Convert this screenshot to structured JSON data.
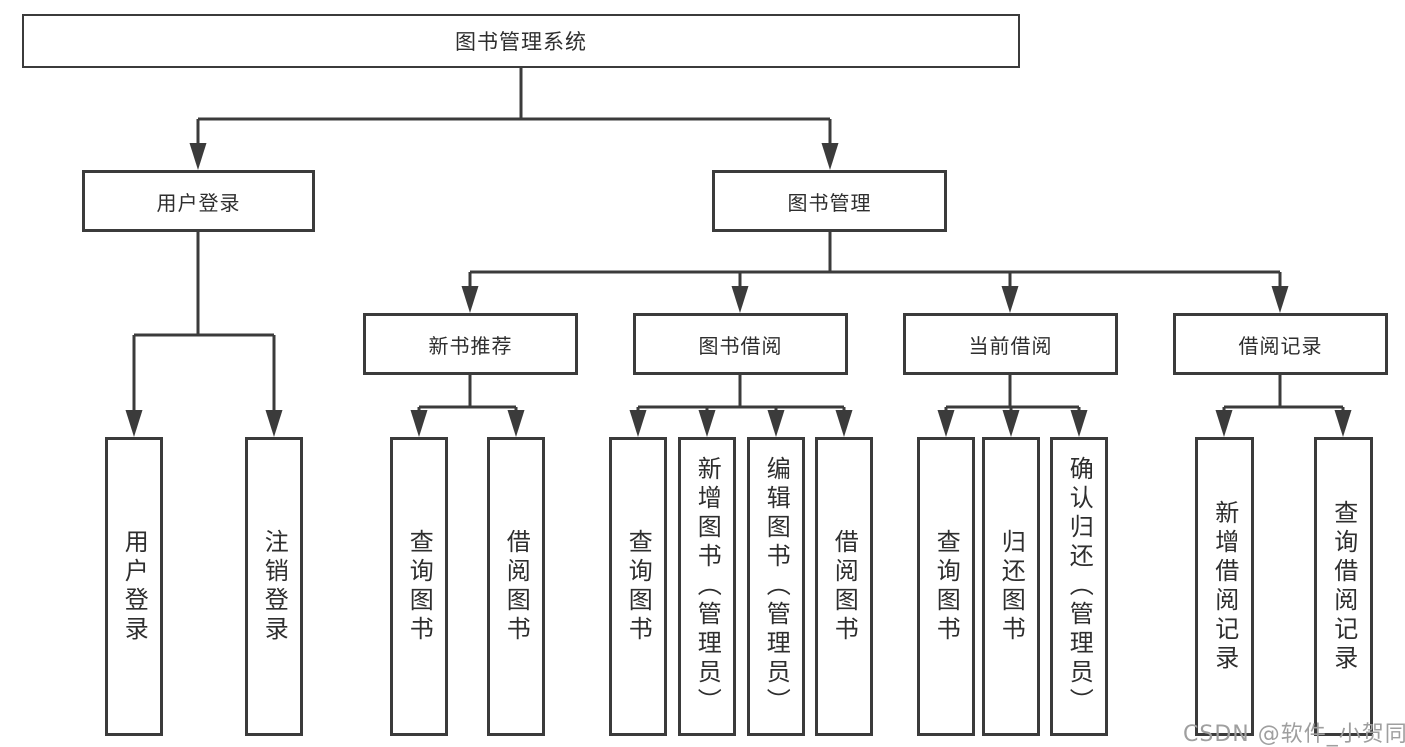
{
  "diagram": {
    "type": "hierarchy-tree",
    "root": {
      "label": "图书管理系统"
    },
    "branches": [
      {
        "label": "用户登录",
        "children": [
          {
            "label": "用户登录"
          },
          {
            "label": "注销登录"
          }
        ]
      },
      {
        "label": "图书管理",
        "children": [
          {
            "label": "新书推荐",
            "children": [
              {
                "label": "查询图书"
              },
              {
                "label": "借阅图书"
              }
            ]
          },
          {
            "label": "图书借阅",
            "children": [
              {
                "label": "查询图书"
              },
              {
                "label": "新增图书（管理员）"
              },
              {
                "label": "编辑图书（管理员）"
              },
              {
                "label": "借阅图书"
              }
            ]
          },
          {
            "label": "当前借阅",
            "children": [
              {
                "label": "查询图书"
              },
              {
                "label": "归还图书"
              },
              {
                "label": "确认归还（管理员）"
              }
            ]
          },
          {
            "label": "借阅记录",
            "children": [
              {
                "label": "新增借阅记录"
              },
              {
                "label": "查询借阅记录"
              }
            ]
          }
        ]
      }
    ]
  },
  "watermark": {
    "text": "CSDN @软件_小贺同学",
    "color": "#9f9f9f"
  },
  "colors": {
    "line": "#3b3b3b",
    "text": "#2e2e2e",
    "box_background": "#ffffff",
    "page_background": "#ffffff"
  }
}
